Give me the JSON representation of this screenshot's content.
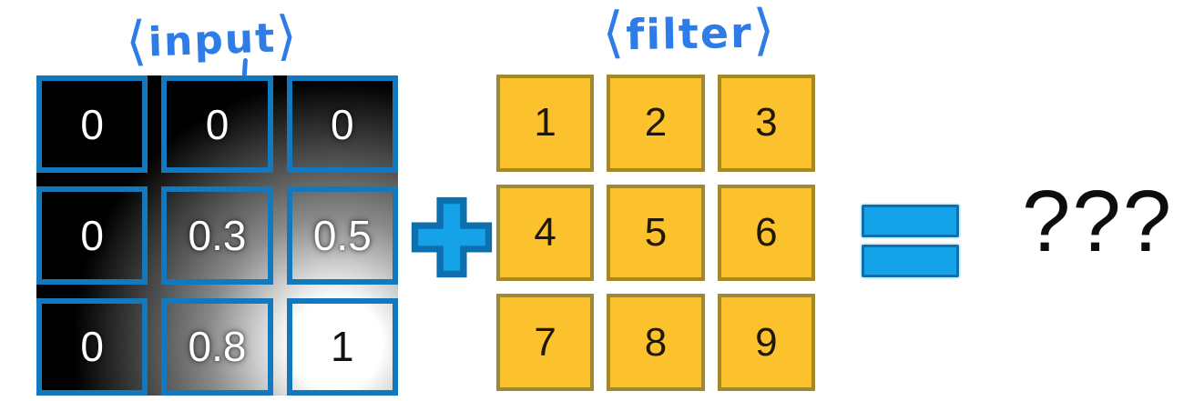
{
  "palette": {
    "handwriting_blue": "#2e7ce8",
    "operator_fill": "#14a3e9",
    "operator_border": "#0d6fad",
    "input_border": "#1478bc",
    "input_text": "#ffffff",
    "filter_fill": "#fcc22e",
    "filter_border": "#a3892e",
    "filter_text": "#211705",
    "result_text": "#0d0d0d"
  },
  "input": {
    "bracket_open": "⟨",
    "label": "input",
    "bracket_close": "⟩",
    "cells": [
      [
        "0",
        "0",
        "0"
      ],
      [
        "0",
        "0.3",
        "0.5"
      ],
      [
        "0",
        "0.8",
        "1"
      ]
    ]
  },
  "filter": {
    "bracket_open": "⟨",
    "label": "filter",
    "bracket_close": "⟩",
    "cells": [
      [
        "1",
        "2",
        "3"
      ],
      [
        "4",
        "5",
        "6"
      ],
      [
        "7",
        "8",
        "9"
      ]
    ]
  },
  "operators": {
    "plus": "+",
    "equals": "="
  },
  "result": {
    "text": "???"
  }
}
